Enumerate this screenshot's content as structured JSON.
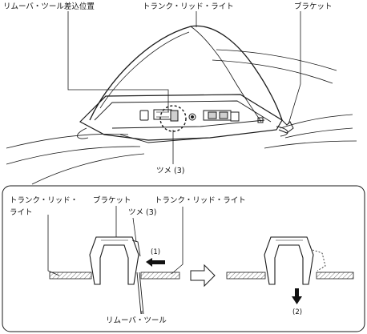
{
  "top_view": {
    "label_remover_position": "リムーバ・ツール差込位置",
    "label_trunk_lid_light": "トランク・リッド・ライト",
    "label_bracket": "ブラケット",
    "label_claw": "ツメ (3)"
  },
  "detail_view": {
    "label_trunk_lid_light_left_line1": "トランク・リッド・",
    "label_trunk_lid_light_left_line2": "ライト",
    "label_bracket": "ブラケット",
    "label_trunk_lid_light_right": "トランク・リッド・ライト",
    "label_claw": "ツメ (3)",
    "label_step1": "(1)",
    "label_step2": "(2)",
    "label_remover_tool": "リムーバ・ツール"
  }
}
